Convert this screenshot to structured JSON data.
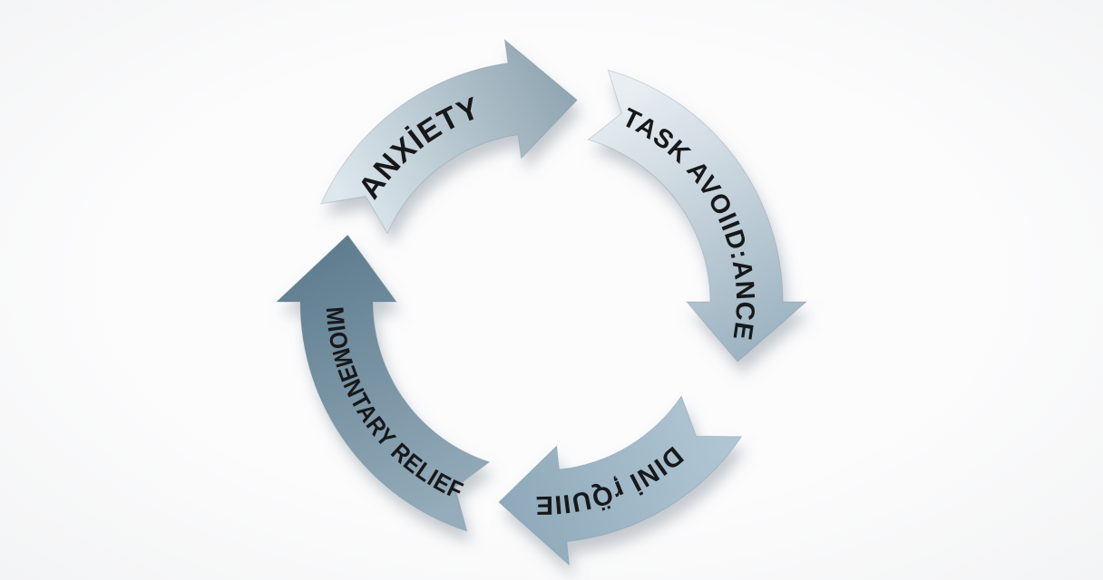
{
  "diagram": {
    "type": "cycle",
    "flow_direction": "clockwise",
    "background_color": "#fafafa",
    "label_color": "#17181a",
    "shadow_color": "#8a95a0",
    "arrows": [
      {
        "name": "anxiety",
        "label": "ANXİETY",
        "color_start": "#dde7ed",
        "color_end": "#8fa5b1",
        "orientation": "upright"
      },
      {
        "name": "task-avoidance",
        "label": "TASK AVOIID:ANCE",
        "color_start": "#e9eef2",
        "color_end": "#9cb3c1",
        "orientation": "upright"
      },
      {
        "name": "guilt-garbled",
        "label": "DINİ ŗQ̈UIIE",
        "color_start": "#b0c5d2",
        "color_end": "#8ea9ba",
        "orientation": "upside-down"
      },
      {
        "name": "momentary-relief",
        "label": "MIOMƎNTARY RELIEF",
        "color_start": "#95acba",
        "color_end": "#5e7d8f",
        "orientation": "upright"
      }
    ]
  }
}
